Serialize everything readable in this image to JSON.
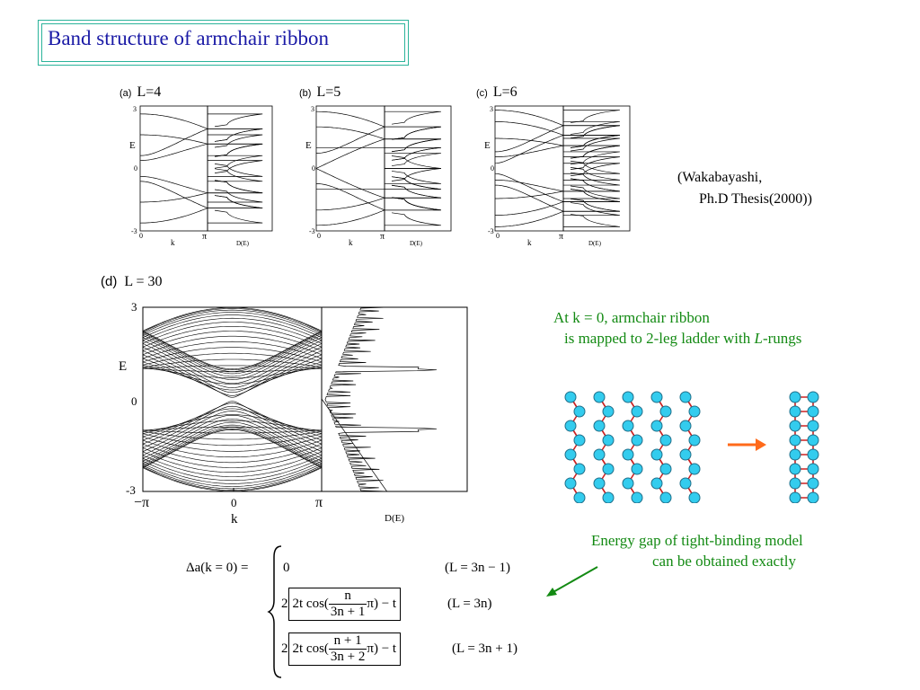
{
  "title": "Band structure of armchair ribbon",
  "panels": {
    "a": {
      "letter": "(a)",
      "label": "L=4"
    },
    "b": {
      "letter": "(b)",
      "label": "L=5"
    },
    "c": {
      "letter": "(c)",
      "label": "L=6"
    },
    "d": {
      "letter": "(d)",
      "label": "L = 30"
    }
  },
  "small_axes": {
    "y_top": "3",
    "y_mid": "0",
    "y_bot": "-3",
    "y_label": "E",
    "x_left": "0",
    "x_mid": "k",
    "x_right": "π",
    "dos_label": "D(E)"
  },
  "large_axes": {
    "y_top": "3",
    "y_mid": "0",
    "y_bot": "-3",
    "y_label": "E",
    "x_left": "−π",
    "x_mid": "0",
    "x_right": "π",
    "x_label": "k",
    "dos_label": "D(E)"
  },
  "citation": {
    "line1": "(Wakabayashi,",
    "line2": "Ph.D Thesis(2000))"
  },
  "ladder_text": {
    "line1": "At k = 0, armchair ribbon",
    "line2_pre": "is mapped to 2-leg ladder with ",
    "line2_var": "L",
    "line2_post": "-rungs"
  },
  "gap_text": {
    "line1": "Energy gap of tight-binding model",
    "line2": "can be obtained exactly"
  },
  "formula": {
    "lhs": "Δa(k = 0) =",
    "case1_value": "0",
    "case1_cond": "(L = 3n − 1)",
    "case2_pre": "2t cos(",
    "case2_num": "n",
    "case2_den": "3n + 1",
    "case2_post": "π) − t",
    "case2_cond": "(L = 3n)",
    "case3_pre": "2t cos(",
    "case3_num": "n + 1",
    "case3_den": "3n + 2",
    "case3_post": "π) − t",
    "case3_cond": "(L = 3n + 1)"
  },
  "colors": {
    "title": "#1a1aa6",
    "title_border": "#2bb39a",
    "green": "#138a13",
    "node": "#33ccee",
    "bond": "#cc2222",
    "arrow": "#ff6a1a"
  },
  "chart_data": [
    {
      "type": "line",
      "panel": "a",
      "xlabel": "k",
      "ylabel": "E",
      "xlim": [
        0,
        3.14159
      ],
      "ylim": [
        -3,
        3
      ],
      "L": 4
    },
    {
      "type": "line",
      "panel": "b",
      "xlabel": "k",
      "ylabel": "E",
      "xlim": [
        0,
        3.14159
      ],
      "ylim": [
        -3,
        3
      ],
      "L": 5
    },
    {
      "type": "line",
      "panel": "c",
      "xlabel": "k",
      "ylabel": "E",
      "xlim": [
        0,
        3.14159
      ],
      "ylim": [
        -3,
        3
      ],
      "L": 6
    },
    {
      "type": "line",
      "panel": "d",
      "xlabel": "k",
      "ylabel": "E",
      "xlim": [
        -3.14159,
        3.14159
      ],
      "ylim": [
        -3,
        3
      ],
      "L": 30
    }
  ]
}
